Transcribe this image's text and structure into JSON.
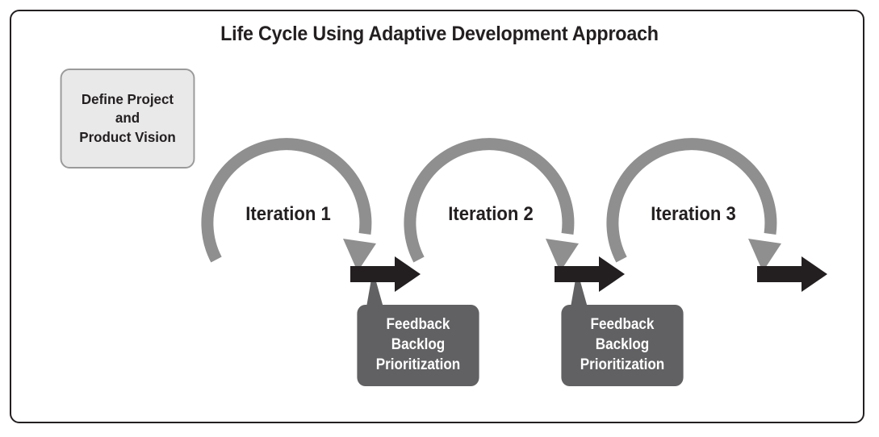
{
  "diagram": {
    "title": "Life Cycle Using Adaptive Development Approach",
    "start_box": {
      "line1": "Define Project",
      "line2": "and",
      "line3": "Product Vision"
    },
    "iterations": [
      {
        "label": "Iteration 1"
      },
      {
        "label": "Iteration 2"
      },
      {
        "label": "Iteration 3"
      }
    ],
    "feedback_boxes": [
      {
        "line1": "Feedback",
        "line2": "Backlog",
        "line3": "Prioritization"
      },
      {
        "line1": "Feedback",
        "line2": "Backlog",
        "line3": "Prioritization"
      }
    ],
    "colors": {
      "frame_border": "#231f20",
      "start_box_fill": "#e9e9e9",
      "start_box_border": "#9a9a9a",
      "cycle_arrow": "#8f8f90",
      "progress_arrow": "#231f20",
      "feedback_fill": "#616163",
      "feedback_text": "#ffffff",
      "title_text": "#231f20"
    }
  }
}
